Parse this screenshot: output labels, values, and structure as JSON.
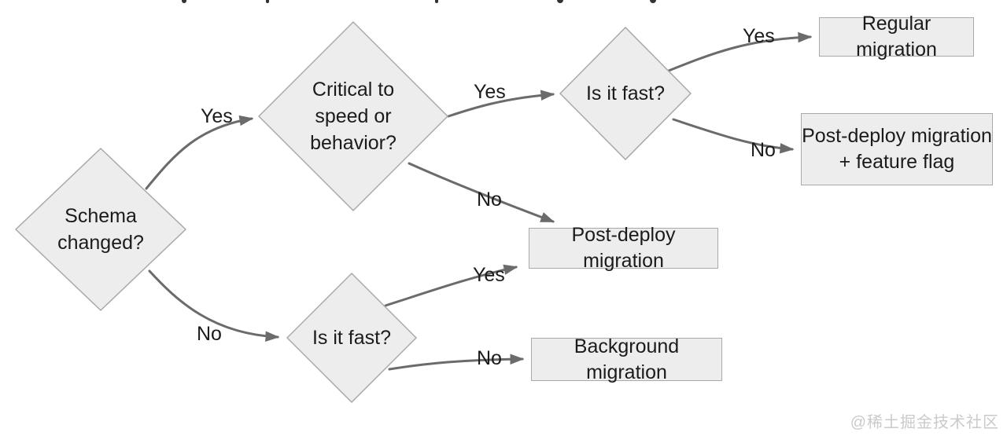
{
  "diagram": {
    "nodes": {
      "schema_changed": {
        "type": "decision",
        "lines": [
          "Schema",
          "changed?"
        ]
      },
      "critical": {
        "type": "decision",
        "lines": [
          "Critical to",
          "speed or",
          "behavior?"
        ]
      },
      "fast_top": {
        "type": "decision",
        "lines": [
          "Is it fast?"
        ]
      },
      "fast_bottom": {
        "type": "decision",
        "lines": [
          "Is it fast?"
        ]
      },
      "regular_migration": {
        "type": "outcome",
        "lines": [
          "Regular migration"
        ]
      },
      "postdeploy_feature_flag": {
        "type": "outcome",
        "lines": [
          "Post-deploy migration",
          "+ feature flag"
        ]
      },
      "postdeploy_migration": {
        "type": "outcome",
        "lines": [
          "Post-deploy migration"
        ]
      },
      "background_migration": {
        "type": "outcome",
        "lines": [
          "Background migration"
        ]
      }
    },
    "edge_labels": {
      "schema_yes": "Yes",
      "schema_no": "No",
      "critical_yes": "Yes",
      "critical_no": "No",
      "fast_top_yes": "Yes",
      "fast_top_no": "No",
      "fast_bottom_yes": "Yes",
      "fast_bottom_no": "No"
    },
    "colors": {
      "node_fill": "#ededed",
      "node_border": "#a9a9a9",
      "edge_color": "#6b6b6b",
      "text_color": "#1b1b1b",
      "watermark_color": "#cacaca"
    },
    "watermark": "@稀土掘金技术社区"
  }
}
